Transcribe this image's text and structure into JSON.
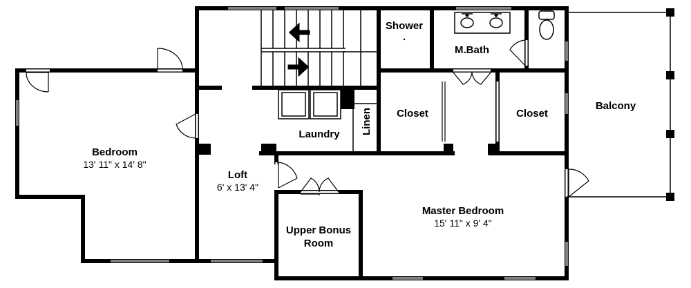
{
  "rooms": {
    "bedroom": {
      "name": "Bedroom",
      "dims": "13' 11\" x 14' 8\""
    },
    "loft": {
      "name": "Loft",
      "dims": "6' x 13' 4\""
    },
    "upper_bonus": {
      "line1": "Upper Bonus",
      "line2": "Room"
    },
    "master_bedroom": {
      "name": "Master Bedroom",
      "dims": "15' 11\" x 9' 4\""
    },
    "shower": {
      "name": "Shower"
    },
    "m_bath": {
      "name": "M.Bath"
    },
    "closet_left": {
      "name": "Closet"
    },
    "closet_right": {
      "name": "Closet"
    },
    "laundry": {
      "name": "Laundry"
    },
    "linen": {
      "name": "Linen"
    },
    "balcony": {
      "name": "Balcony"
    }
  }
}
